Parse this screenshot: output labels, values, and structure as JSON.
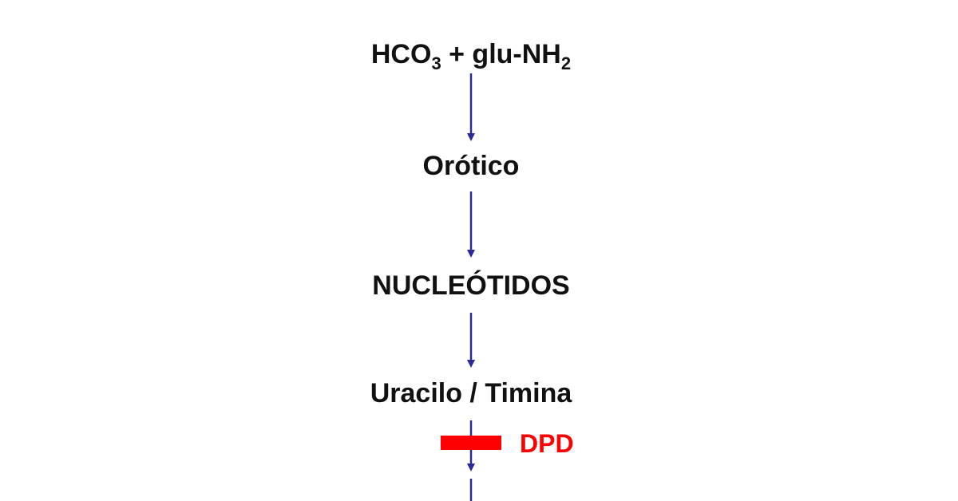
{
  "nodes": [
    {
      "id": "start",
      "main": "HCO",
      "sub1": "3",
      "mid": " + glu-NH",
      "sub2": "2"
    },
    {
      "id": "orotico",
      "label": "Orótico"
    },
    {
      "id": "nucleotidos",
      "label": "NUCLEÓTIDOS"
    },
    {
      "id": "uracilo",
      "label": "Uracilo / Timina"
    }
  ],
  "inhibitor": {
    "label": "DPD",
    "color": "#ff0000"
  },
  "colors": {
    "arrow": "#2a2a9a",
    "text": "#111111"
  }
}
